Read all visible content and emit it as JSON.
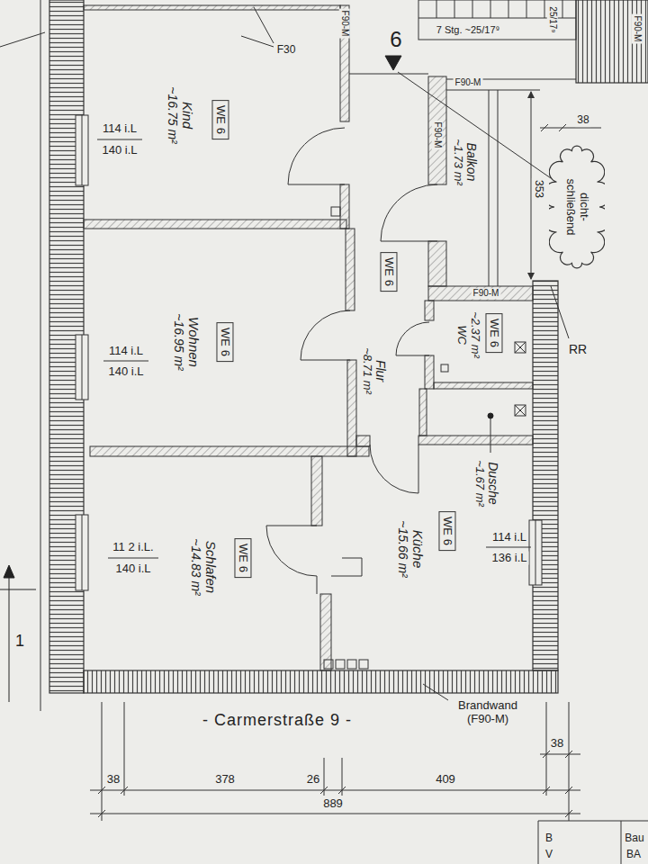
{
  "diagram": {
    "nodes": [
      {
        "text": [
          "Kind",
          "~16.75 m²"
        ]
      },
      {
        "text": [
          "WE 6"
        ],
        "in": 0
      },
      {
        "text": [
          "Balkon",
          "~1.73 m²"
        ]
      },
      {
        "text": [
          "dicht- schließend"
        ]
      },
      {
        "text": [
          "Flur",
          "~8.71 m²"
        ]
      },
      {
        "text": [
          "WE 6"
        ],
        "in": 4
      },
      {
        "text": [
          "Wohnen",
          "~16.95 m²"
        ]
      },
      {
        "text": [
          "WE 6"
        ],
        "in": 6
      },
      {
        "text": [
          "~2.37 m²",
          "WC"
        ]
      },
      {
        "text": [
          "WE 6"
        ],
        "in": 8
      },
      {
        "text": [
          "Dusche",
          "~1.67 m²"
        ]
      },
      {
        "text": [
          "Schlafen",
          "~14.83 m²"
        ]
      },
      {
        "text": [
          "WE 6"
        ],
        "in": 11
      },
      {
        "text": [
          "Küche",
          "~15.66 m²"
        ]
      },
      {
        "text": [
          "WE 6"
        ],
        "in": 13
      }
    ],
    "labels": [
      "F30",
      "F90-M",
      "6",
      "7 Stg. ~25/17⁹",
      "25/17⁹",
      "F90-M",
      "F90-M",
      "F90-M",
      "38",
      "353",
      "114 i.L",
      "140 i.L",
      "F90-M",
      "RR",
      "114 i.L",
      "140 i.L",
      "114 i.L",
      "136 i.L",
      "11 2 i.L.",
      "140 i.L",
      "1",
      "Brandwand (F90-M)",
      "- Carmerstraße 9 -",
      "38",
      "38",
      "378",
      "26",
      "409",
      "889",
      "B",
      "V",
      "Bau",
      "BA"
    ]
  }
}
